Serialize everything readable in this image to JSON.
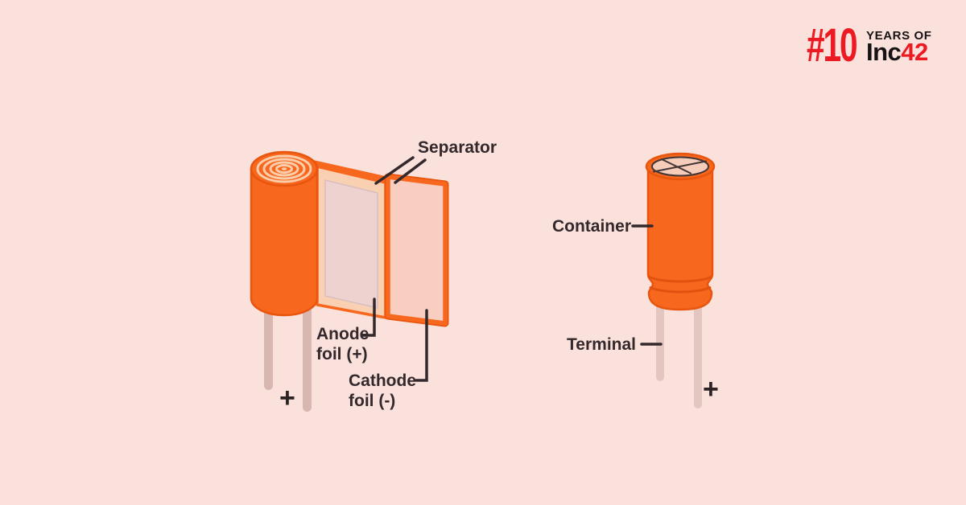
{
  "title": "Electrolytic capacitor construction diagram",
  "background_color": "#FAE1DC",
  "colors": {
    "orange": "#F8671E",
    "orange_dark": "#E8550E",
    "separator_frame": "#FAD0B2",
    "anode_panel": "#EED2D0",
    "cathode_fill": "#F9CEC0",
    "ring_light": "#FBCDAA",
    "vent_face": "#F6CDBA",
    "lead_left_fig": "#D9B7B1",
    "lead_right_fig": "#E3C6BF",
    "pointer_line": "#33282B",
    "text": "#33282B",
    "logo_red": "#EC1B23",
    "logo_black": "#171213"
  },
  "left_figure": {
    "labels": {
      "separator": "Separator",
      "anode_line1": "Anode",
      "anode_line2": "foil (+)",
      "cathode_line1": "Cathode",
      "cathode_line2": "foil (-)",
      "plus": "+"
    }
  },
  "right_figure": {
    "labels": {
      "container": "Container",
      "terminal": "Terminal",
      "plus": "+"
    }
  },
  "logo": {
    "hash_number": "#10",
    "years_of": "YEARS OF",
    "inc": "Inc",
    "fortytwo": "42"
  }
}
